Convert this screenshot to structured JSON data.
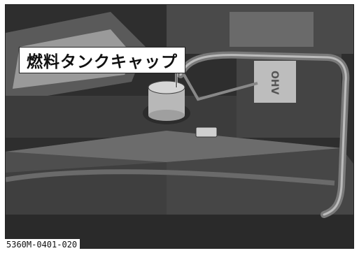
{
  "figure": {
    "callout_label": "燃料タンクキャップ",
    "figure_code": "5360M-0401-020",
    "decal_text": "OHV"
  },
  "colors": {
    "background": "#ffffff",
    "frame_border": "#222222",
    "label_fill": "#ffffff"
  }
}
